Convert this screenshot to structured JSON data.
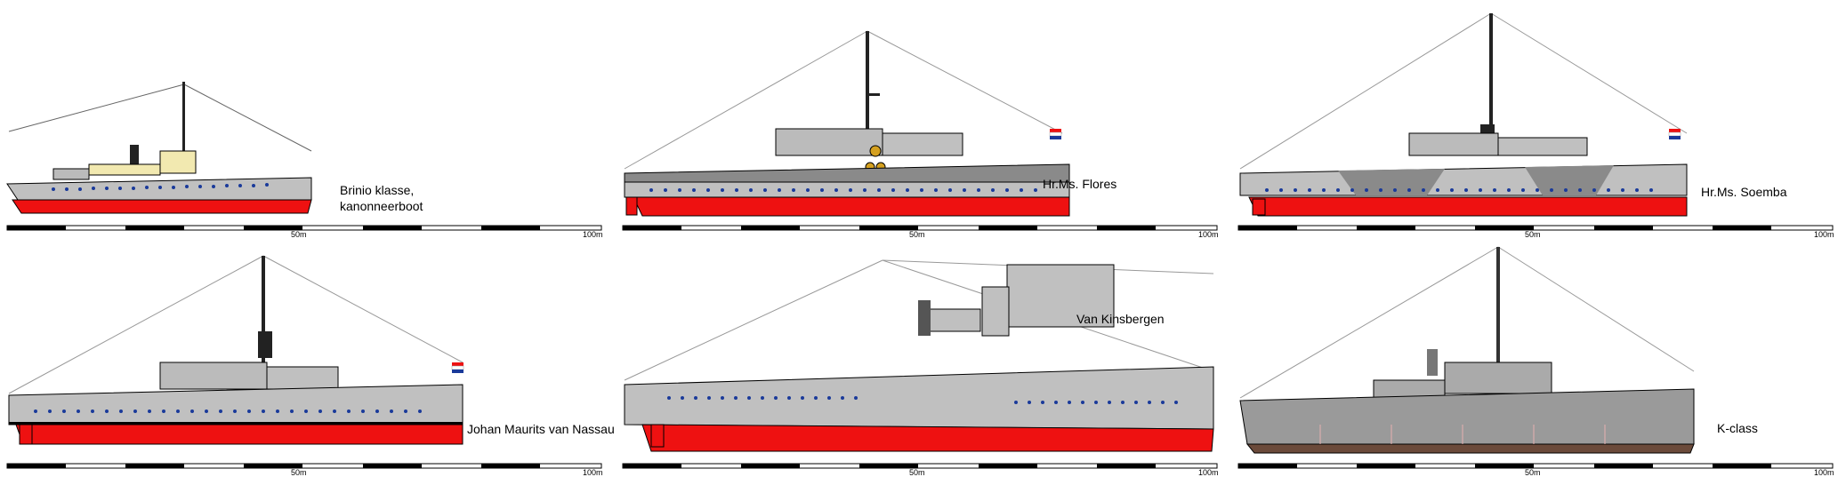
{
  "ships": [
    {
      "name": "Brinio klasse,\nkanonneerboot",
      "scale_mid": "50m",
      "scale_end": "100m"
    },
    {
      "name": "Hr.Ms. Flores",
      "scale_mid": "50m",
      "scale_end": "100m"
    },
    {
      "name": "Hr.Ms. Soemba",
      "scale_mid": "50m",
      "scale_end": "100m"
    },
    {
      "name": "Johan Maurits van Nassau",
      "scale_mid": "50m",
      "scale_end": "100m"
    },
    {
      "name": "Van Kinsbergen",
      "scale_mid": "50m",
      "scale_end": "100m"
    },
    {
      "name": "K-class",
      "scale_mid": "50m",
      "scale_end": "100m"
    }
  ],
  "colors": {
    "hull_light": "#c0c0c0",
    "hull_dark": "#8a8a8a",
    "hull_kclass": "#9a9a9a",
    "waterline": "#ee1111",
    "outline": "#000000",
    "porthole": "#1a3a9a",
    "brass": "#d4a020"
  }
}
